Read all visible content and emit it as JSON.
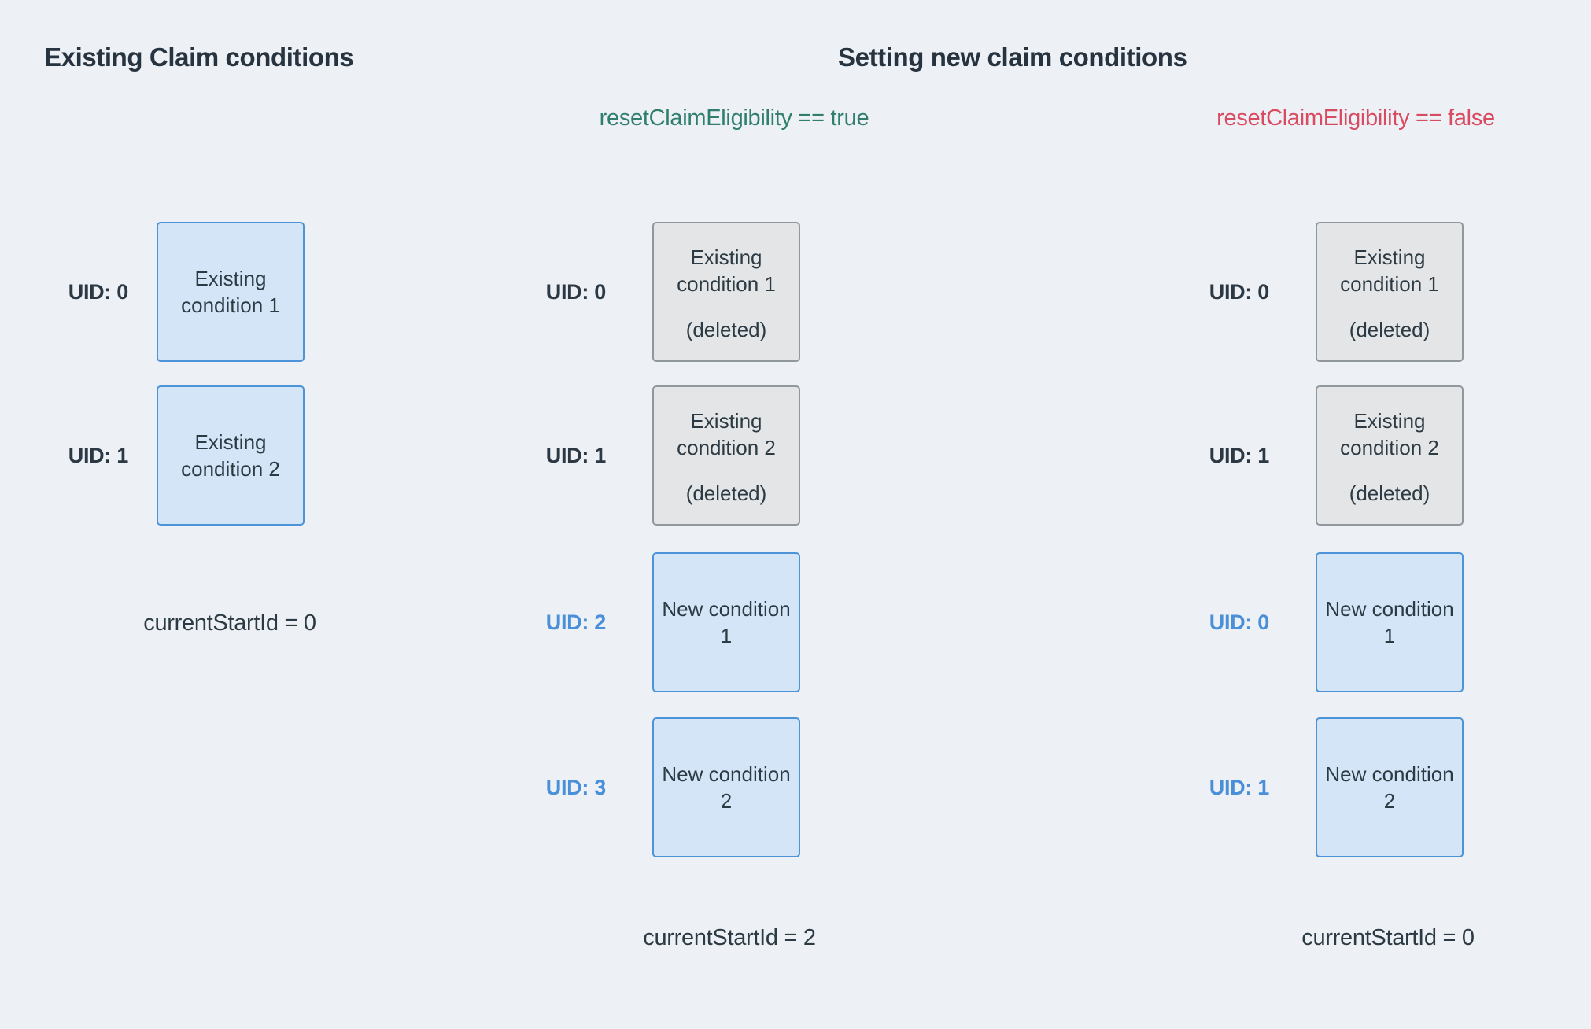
{
  "titles": {
    "left": "Existing Claim conditions",
    "right": "Setting new claim conditions"
  },
  "subtitles": {
    "true_case": "resetClaimEligibility == true",
    "false_case": "resetClaimEligibility == false"
  },
  "columns": {
    "existing": {
      "rows": [
        {
          "uid": "UID: 0",
          "line1": "Existing",
          "line2": "condition 1"
        },
        {
          "uid": "UID: 1",
          "line1": "Existing",
          "line2": "condition 2"
        }
      ],
      "caption": "currentStartId = 0"
    },
    "reset_true": {
      "rows": [
        {
          "uid": "UID: 0",
          "line1": "Existing",
          "line2": "condition 1",
          "status": "(deleted)"
        },
        {
          "uid": "UID: 1",
          "line1": "Existing",
          "line2": "condition 2",
          "status": "(deleted)"
        },
        {
          "uid": "UID: 2",
          "line1": "New condition",
          "line2": "1"
        },
        {
          "uid": "UID: 3",
          "line1": "New condition",
          "line2": "2"
        }
      ],
      "caption": "currentStartId = 2"
    },
    "reset_false": {
      "rows": [
        {
          "uid": "UID: 0",
          "line1": "Existing",
          "line2": "condition 1",
          "status": "(deleted)"
        },
        {
          "uid": "UID: 1",
          "line1": "Existing",
          "line2": "condition 2",
          "status": "(deleted)"
        },
        {
          "uid": "UID: 0",
          "line1": "New condition",
          "line2": "1"
        },
        {
          "uid": "UID: 1",
          "line1": "New condition",
          "line2": "2"
        }
      ],
      "caption": "currentStartId = 0"
    }
  },
  "colors": {
    "background": "#edf1f6",
    "text_dark": "#2c3a44",
    "uid_blue": "#4a90d9",
    "subtitle_green": "#2f7e6e",
    "subtitle_red": "#d94b60",
    "box_blue_fill": "#d3e5f6",
    "box_blue_border": "#4c93d8",
    "box_gray_fill": "#e3e5e7",
    "box_gray_border": "#90979d"
  }
}
